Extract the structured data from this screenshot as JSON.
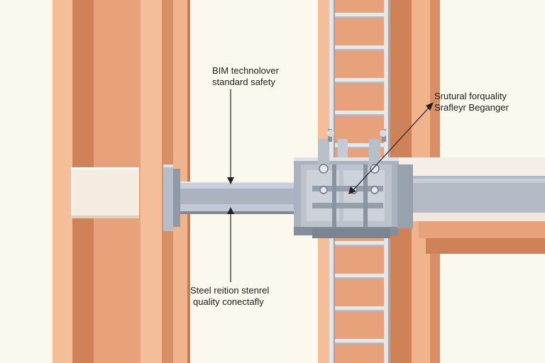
{
  "annotations": {
    "top_left": {
      "line1": "BIM technolover",
      "line2": "standard safety"
    },
    "top_right": {
      "line1": "Srutural forquality",
      "line2": "Srafleyr Beganger"
    },
    "bottom": {
      "line1": "Steel reition stenrel",
      "line2": "quality conectafly"
    }
  },
  "palette": {
    "background": "#fbf9ee",
    "column_light": "#f4bf98",
    "column_mid": "#e7a27c",
    "column_dark": "#cf8258",
    "steel_light": "#c8ced8",
    "steel_mid": "#a8b1bd",
    "steel_dark": "#7f8896",
    "label_text": "#1c1c1c"
  }
}
